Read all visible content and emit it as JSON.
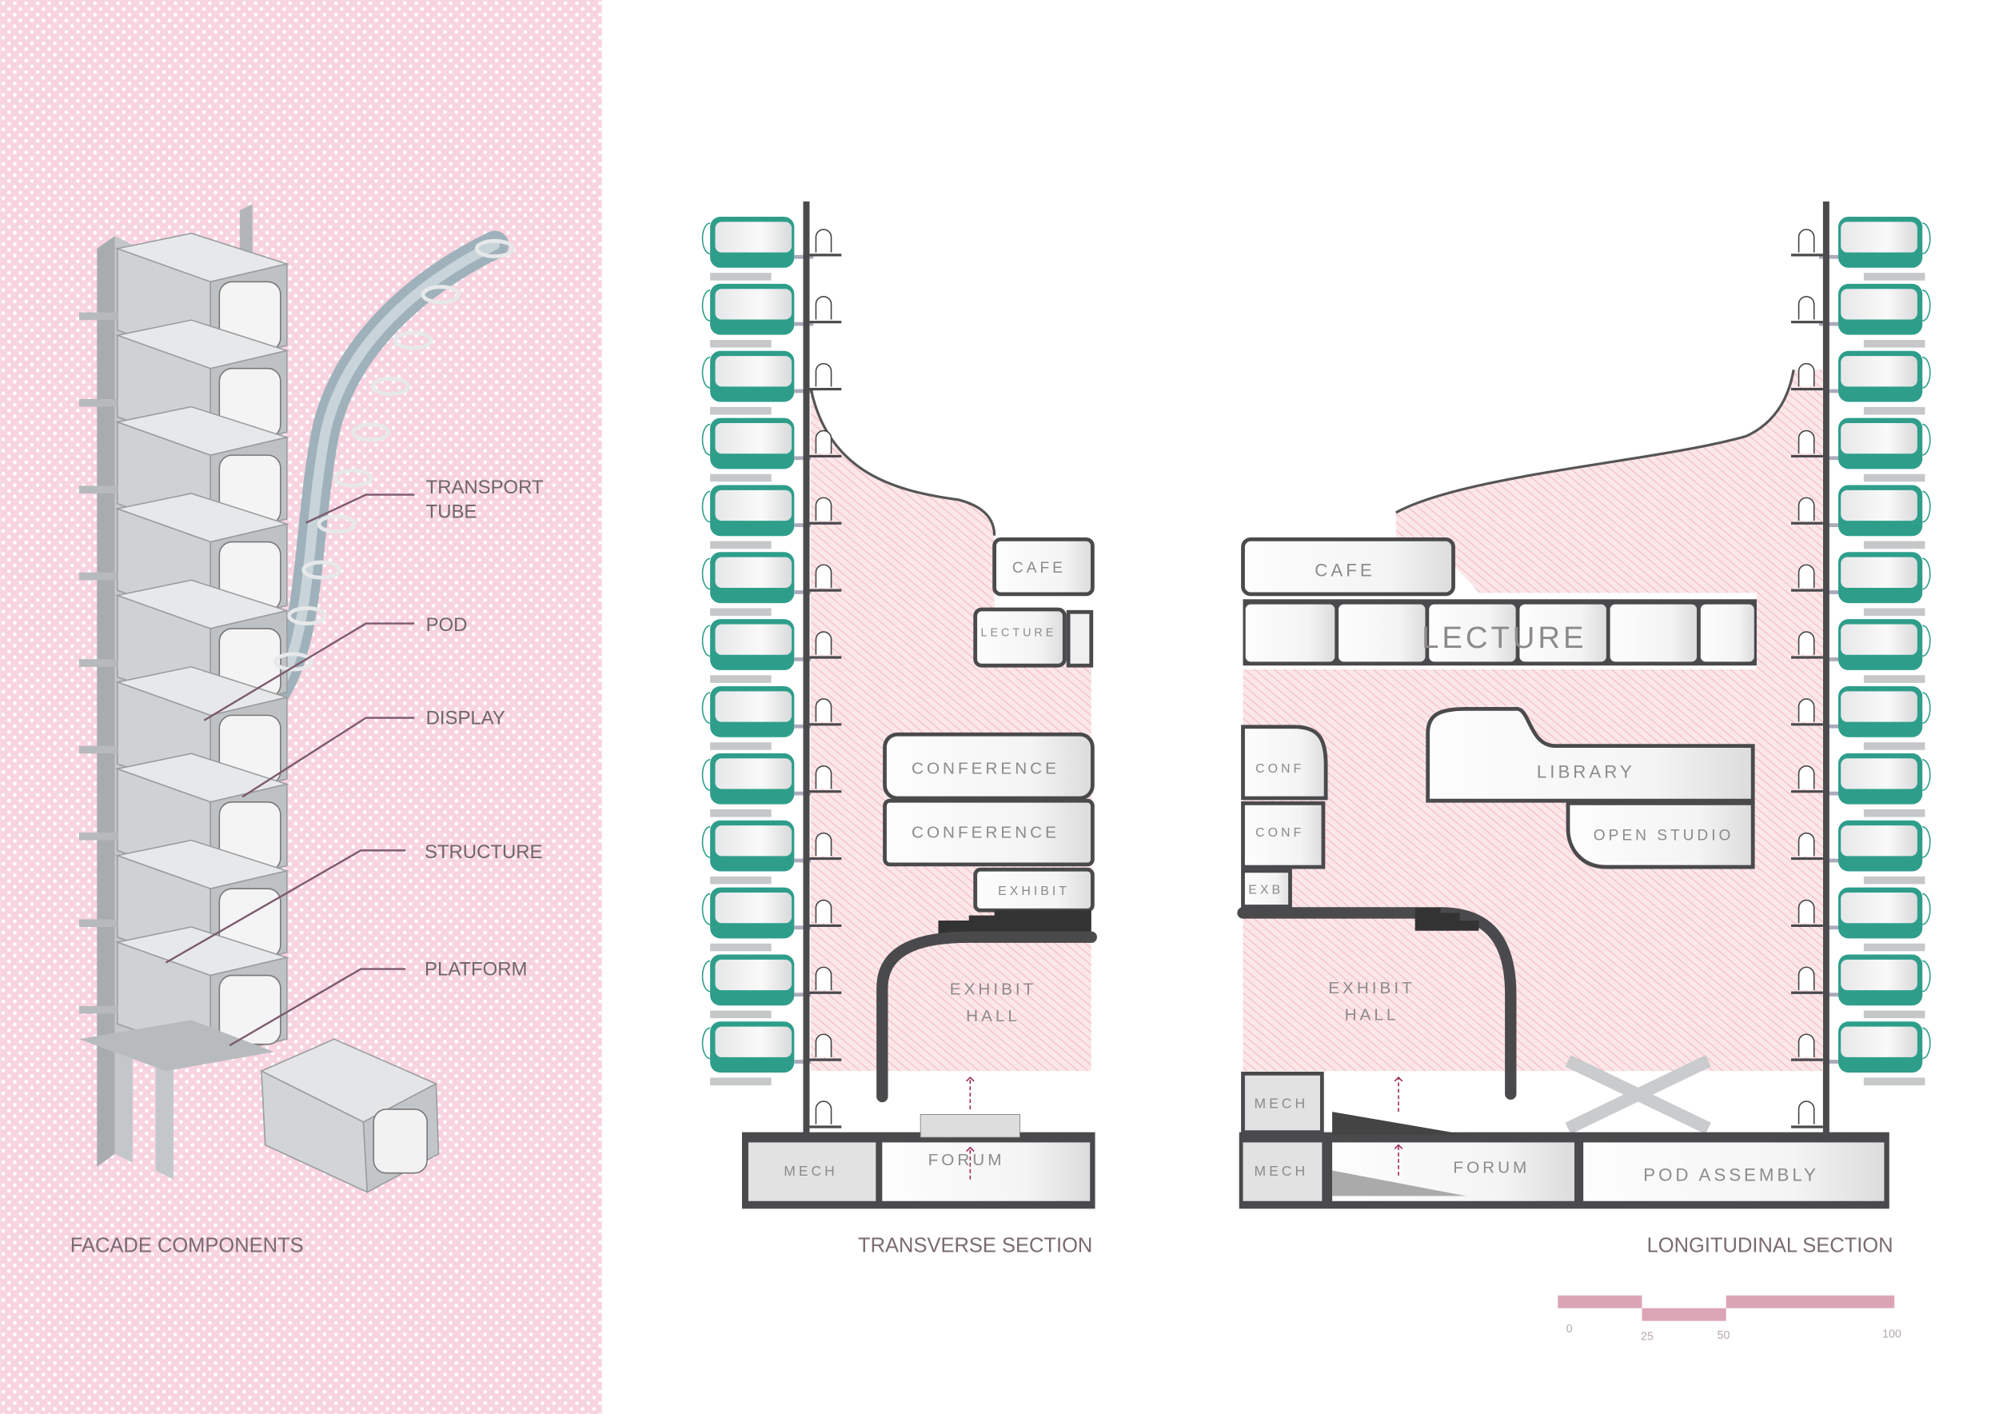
{
  "colors": {
    "panel_pink": "#f8d3e0",
    "accent_teal": "#2e9e8b",
    "structure_dark": "#4a4a4d",
    "hatch_pink": "#f2aab5",
    "scale_pink": "#dca5b6",
    "leader_line": "#7b5a6d"
  },
  "facade": {
    "title": "FACADE COMPONENTS",
    "labels": {
      "transport_tube_1": "TRANSPORT",
      "transport_tube_2": "TUBE",
      "pod": "POD",
      "display": "DISPLAY",
      "structure": "STRUCTURE",
      "platform": "PLATFORM"
    }
  },
  "transverse": {
    "title": "TRANSVERSE SECTION",
    "rooms": {
      "cafe": "CAFE",
      "lecture": "LECTURE",
      "conference_1": "CONFERENCE",
      "conference_2": "CONFERENCE",
      "exhibit": "EXHIBIT",
      "exhibit_hall_1": "EXHIBIT",
      "exhibit_hall_2": "HALL",
      "mech": "MECH",
      "forum": "FORUM"
    }
  },
  "longitudinal": {
    "title": "LONGITUDINAL SECTION",
    "rooms": {
      "cafe": "CAFE",
      "lecture": "LECTURE",
      "conf_1": "CONF",
      "conf_2": "CONF",
      "exb": "EXB",
      "library": "LIBRARY",
      "open_studio": "OPEN STUDIO",
      "exhibit_hall_1": "EXHIBIT",
      "exhibit_hall_2": "HALL",
      "mech_1": "MECH",
      "mech_2": "MECH",
      "forum": "FORUM",
      "pod_assembly": "POD ASSEMBLY"
    }
  },
  "scale_bar": {
    "ticks": [
      "0",
      "25",
      "50",
      "100"
    ]
  }
}
